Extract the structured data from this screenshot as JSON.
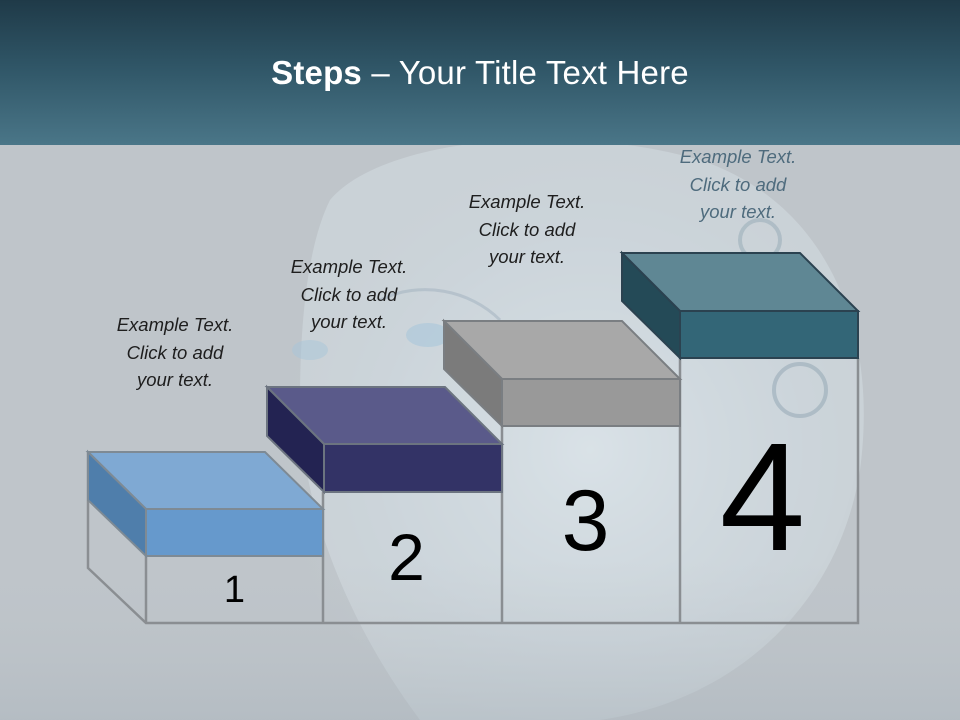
{
  "title": {
    "bold": "Steps",
    "rest": " – Your Title Text Here"
  },
  "steps": [
    {
      "number": "1",
      "caption": "Example Text.\nClick  to add\nyour text."
    },
    {
      "number": "2",
      "caption": "Example Text.\nClick  to add\nyour text."
    },
    {
      "number": "3",
      "caption": "Example Text.\nClick  to add\nyour text."
    },
    {
      "number": "4",
      "caption": "Example Text.\nClick  to add\nyour text."
    }
  ],
  "colors": {
    "header": "#2f5566",
    "step1": "#6699cc",
    "step2": "#333366",
    "step3": "#999999",
    "step4": "#336677"
  }
}
